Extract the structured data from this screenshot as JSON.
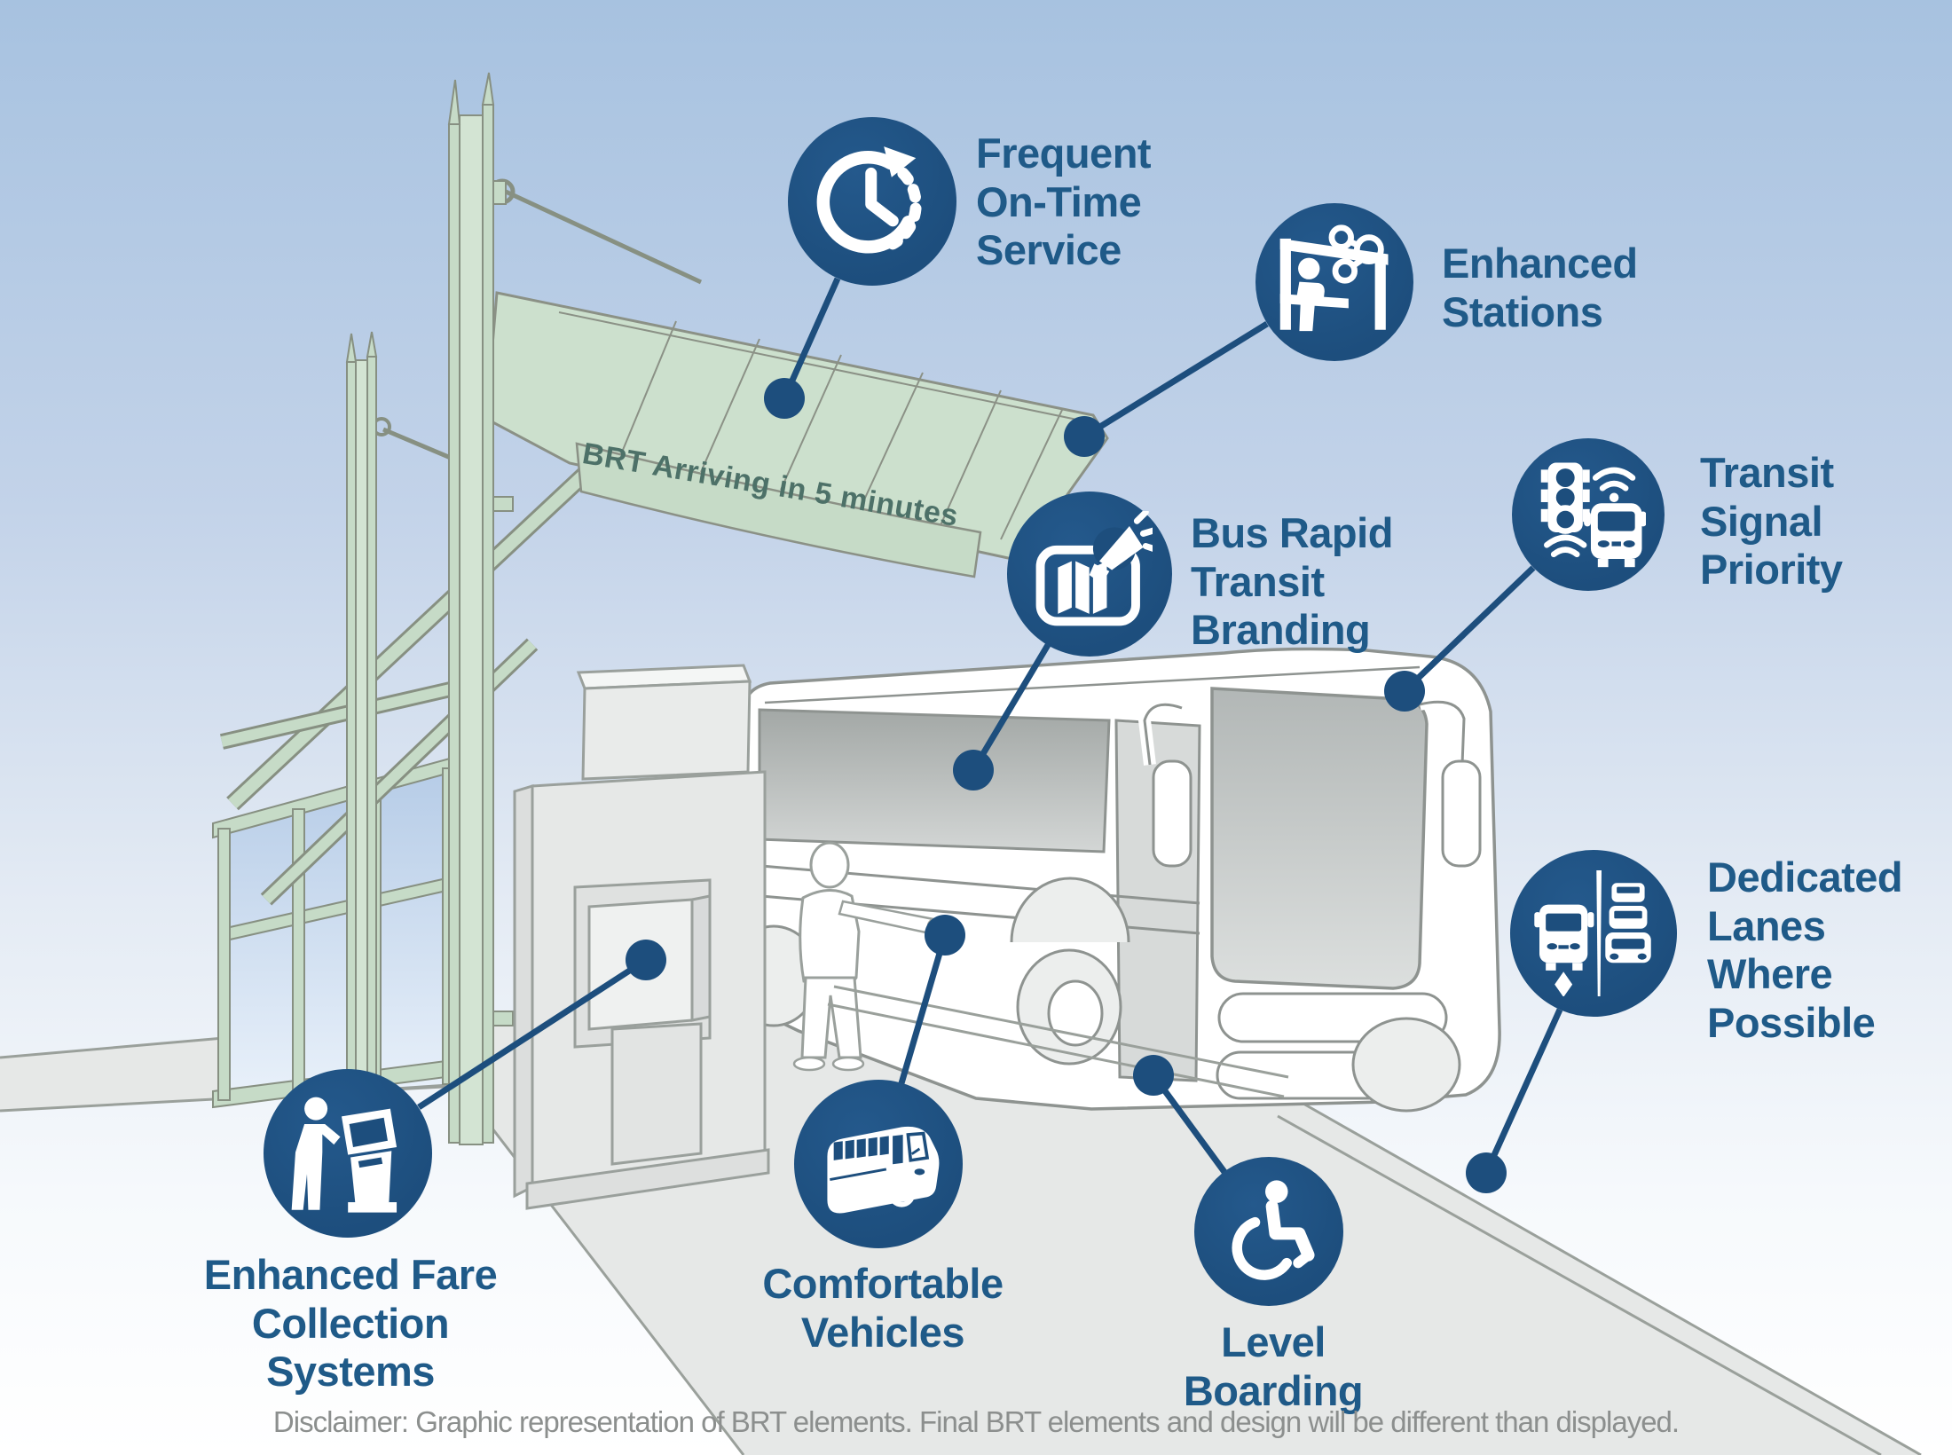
{
  "scene": {
    "canopy_sign_text": "BRT Arriving in 5 minutes",
    "disclaimer": "Disclaimer: Graphic representation of BRT elements. Final BRT elements and design will be different than displayed."
  },
  "colors": {
    "callout_circle_navy": "#1d4e7d",
    "label_blue": "#1f5a88",
    "canopy_green": "#cce0cd",
    "canopy_frame_green": "#c6dbc7",
    "canopy_text_green": "#4d7168",
    "sky_top_blue": "#a7c2e0",
    "road_gray": "#e6e8e7",
    "outline_gray": "#8e9390",
    "disclaimer_gray": "#8c8f8e"
  },
  "callouts": [
    {
      "id": "frequent-on-time-service",
      "label": "Frequent\nOn-Time\nService",
      "icon": "clock-arrow-icon",
      "align": "left"
    },
    {
      "id": "enhanced-stations",
      "label": "Enhanced\nStations",
      "icon": "station-shelter-icon",
      "align": "left"
    },
    {
      "id": "bus-rapid-transit-branding",
      "label": "Bus Rapid\nTransit\nBranding",
      "icon": "map-megaphone-icon",
      "align": "left"
    },
    {
      "id": "transit-signal-priority",
      "label": "Transit\nSignal\nPriority",
      "icon": "traffic-signal-bus-icon",
      "align": "left"
    },
    {
      "id": "dedicated-lanes-where-possible",
      "label": "Dedicated\nLanes\nWhere\nPossible",
      "icon": "bus-lane-traffic-icon",
      "align": "left"
    },
    {
      "id": "enhanced-fare-collection-systems",
      "label": "Enhanced Fare\nCollection\nSystems",
      "icon": "fare-kiosk-person-icon",
      "align": "center"
    },
    {
      "id": "comfortable-vehicles",
      "label": "Comfortable\nVehicles",
      "icon": "coach-bus-icon",
      "align": "center"
    },
    {
      "id": "level-boarding",
      "label": "Level\nBoarding",
      "icon": "wheelchair-icon",
      "align": "center"
    }
  ]
}
